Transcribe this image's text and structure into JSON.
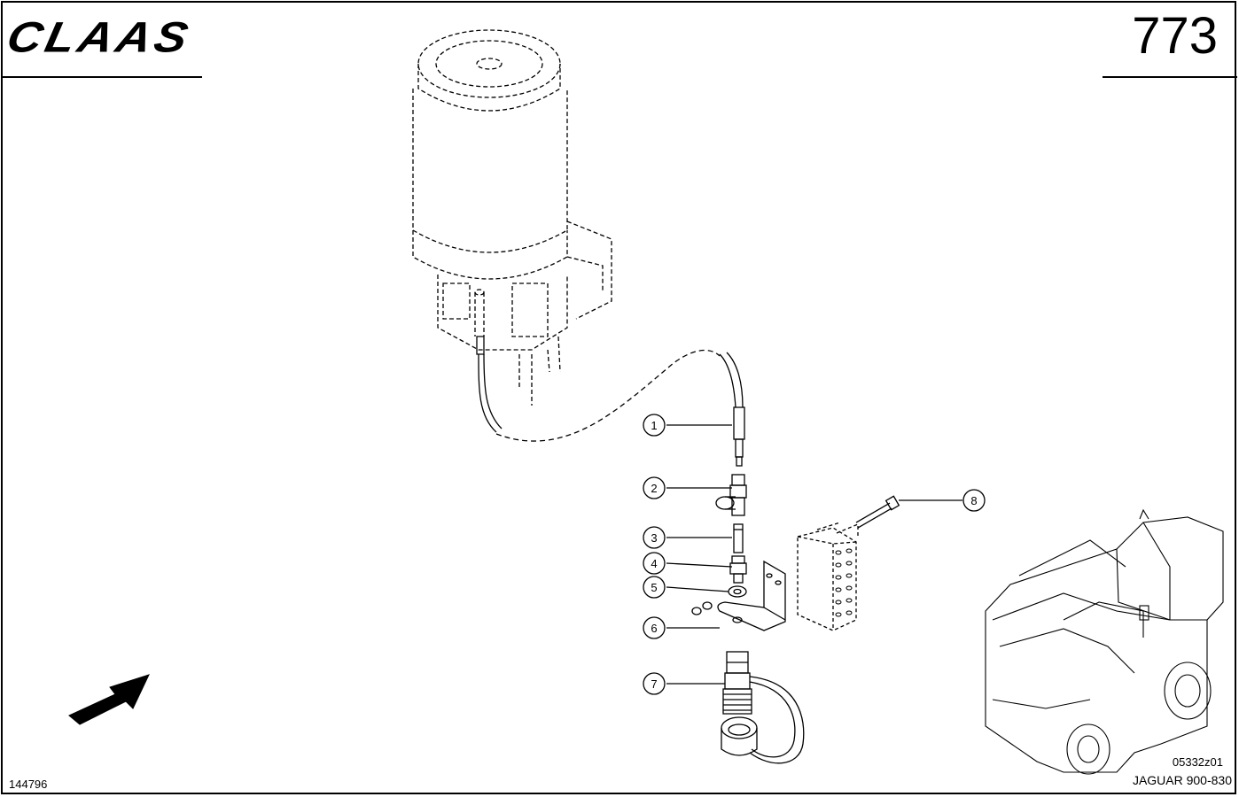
{
  "header": {
    "brand": "CLAAS",
    "page_number": "773"
  },
  "footer": {
    "document_id": "144796",
    "drawing_code": "05332z01",
    "model": "JAGUAR 900-830"
  },
  "callouts": [
    {
      "label": "1"
    },
    {
      "label": "2"
    },
    {
      "label": "3"
    },
    {
      "label": "4"
    },
    {
      "label": "5"
    },
    {
      "label": "6"
    },
    {
      "label": "7"
    },
    {
      "label": "8"
    }
  ],
  "icons": {
    "direction_arrow": "arrow-icon",
    "machine_locator": "harvester-icon"
  },
  "colors": {
    "line": "#000000",
    "background": "#ffffff"
  }
}
